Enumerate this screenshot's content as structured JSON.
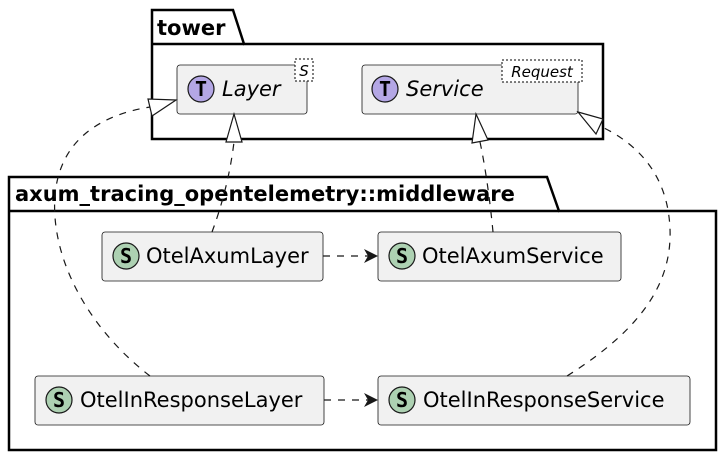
{
  "packages": {
    "tower": {
      "title": "tower"
    },
    "middleware": {
      "title": "axum_tracing_opentelemetry::middleware"
    }
  },
  "classes": {
    "layer": {
      "stereotype": "T",
      "name": "Layer",
      "type_param": "S",
      "kind": "trait"
    },
    "service": {
      "stereotype": "T",
      "name": "Service",
      "type_param": "Request",
      "kind": "trait"
    },
    "otel_axum_layer": {
      "stereotype": "S",
      "name": "OtelAxumLayer",
      "kind": "struct"
    },
    "otel_axum_service": {
      "stereotype": "S",
      "name": "OtelAxumService",
      "kind": "struct"
    },
    "otel_in_response_layer": {
      "stereotype": "S",
      "name": "OtelInResponseLayer",
      "kind": "struct"
    },
    "otel_in_response_service": {
      "stereotype": "S",
      "name": "OtelInResponseService",
      "kind": "struct"
    }
  },
  "relations": [
    {
      "from": "OtelAxumLayer",
      "to": "Layer",
      "type": "realization"
    },
    {
      "from": "OtelInResponseLayer",
      "to": "Layer",
      "type": "realization"
    },
    {
      "from": "OtelAxumService",
      "to": "Service",
      "type": "realization"
    },
    {
      "from": "OtelInResponseService",
      "to": "Service",
      "type": "realization"
    },
    {
      "from": "OtelAxumLayer",
      "to": "OtelAxumService",
      "type": "dependency"
    },
    {
      "from": "OtelInResponseLayer",
      "to": "OtelInResponseService",
      "type": "dependency"
    }
  ],
  "colors": {
    "trait_circle": "#B4A7E5",
    "struct_circle": "#ADD1B2",
    "class_fill": "#F1F1F1",
    "stroke": "#181818"
  }
}
